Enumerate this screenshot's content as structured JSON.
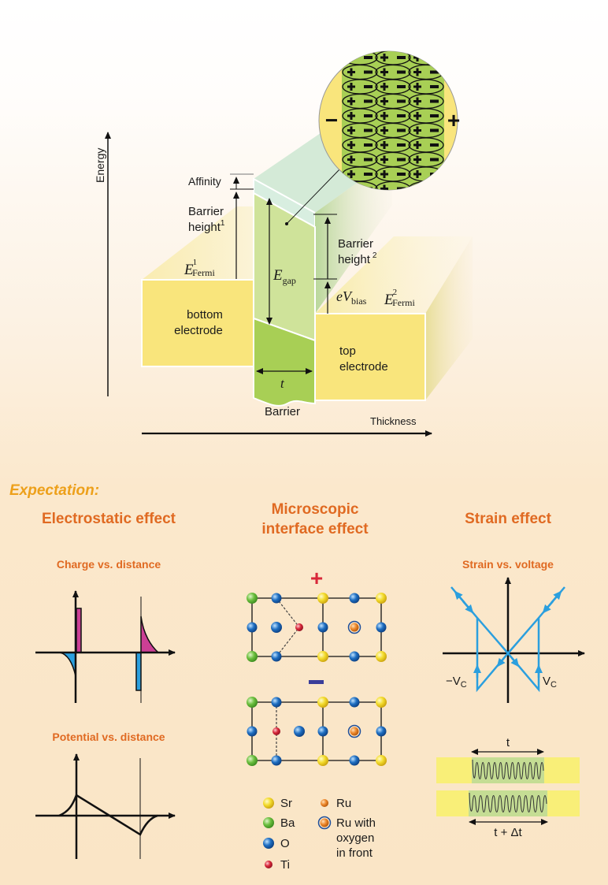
{
  "top_diagram": {
    "energy_axis_label": "Energy",
    "thickness_axis_label": "Thickness",
    "affinity_label": "Affinity",
    "barrier_height_1": {
      "text": "Barrier",
      "text2": "height",
      "sup": "1"
    },
    "barrier_height_2": {
      "text": "Barrier",
      "text2": "height",
      "sup": "2"
    },
    "e_fermi_1": {
      "main": "E",
      "sup": "1",
      "sub": "Fermi"
    },
    "e_fermi_2": {
      "main": "E",
      "sup": "2",
      "sub": "Fermi"
    },
    "e_gap": {
      "main": "E",
      "sub": "gap"
    },
    "e_v_bias": {
      "main": "eV",
      "sub": "bias"
    },
    "bottom_electrode": [
      "bottom",
      "electrode"
    ],
    "top_electrode": [
      "top",
      "electrode"
    ],
    "thickness_symbol": "t",
    "barrier_label": "Barrier",
    "inset": {
      "left_sign": "−",
      "right_sign": "+",
      "dipole_plus": "+",
      "dipole_minus": "−"
    }
  },
  "expectation": {
    "heading": "Expectation:",
    "columns": [
      {
        "title": "Electrostatic effect",
        "plots": [
          "Charge vs. distance",
          "Potential vs. distance"
        ]
      },
      {
        "title": [
          "Microscopic",
          "interface effect"
        ],
        "signs": [
          "+",
          "−"
        ]
      },
      {
        "title": "Strain effect",
        "plots": [
          "Strain vs. voltage"
        ],
        "neg_vc": "−V",
        "pos_vc": "V",
        "vc_sub": "C",
        "t_label": "t",
        "t_dt_label": "t + Δt"
      }
    ]
  },
  "legend": {
    "items": [
      {
        "label": "Sr",
        "color": "#f2d52a"
      },
      {
        "label": "Ba",
        "color": "#6cbf3f"
      },
      {
        "label": "O",
        "color": "#1f6fc2"
      },
      {
        "label": "Ti",
        "color": "#d8283a"
      },
      {
        "label": "Ru",
        "color": "#ee8a2e"
      },
      {
        "label": [
          "Ru with",
          "oxygen",
          "in front"
        ],
        "color": "#ee8a2e"
      }
    ]
  },
  "colors": {
    "electrode": "#f9e57c",
    "barrier_light": "#cfe39a",
    "barrier_dark": "#a8cf55",
    "heading_orange": "#e06a22",
    "expectation_gold": "#eda01a",
    "blue": "#2b9fde",
    "magenta": "#cc3f95"
  }
}
